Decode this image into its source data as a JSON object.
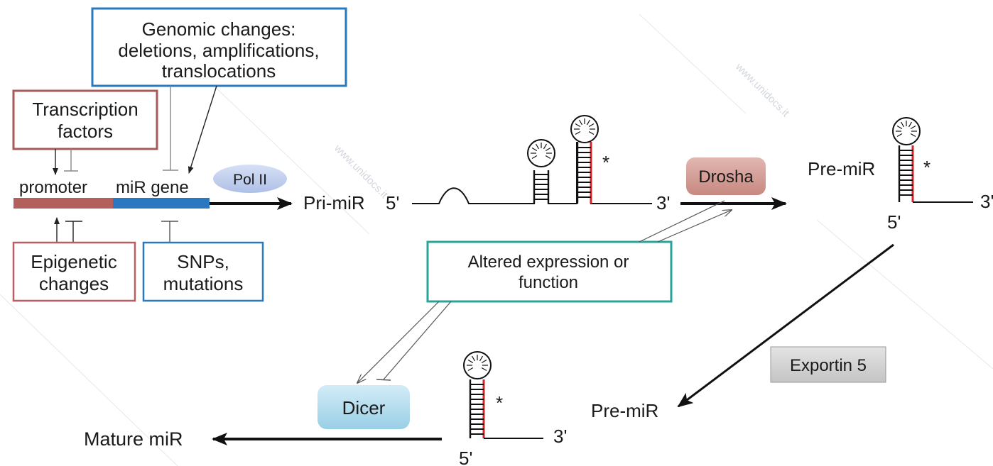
{
  "boxes": {
    "genomic": {
      "lines": [
        "Genomic changes:",
        "deletions, amplifications,",
        "translocations"
      ],
      "color": "#2a79bd"
    },
    "transcription": {
      "lines": [
        "Transcription",
        "factors"
      ],
      "color": "#a85a5a"
    },
    "epigenetic": {
      "lines": [
        "Epigenetic",
        "changes"
      ],
      "color": "#b85f66"
    },
    "snps": {
      "lines": [
        "SNPs,",
        "mutations"
      ],
      "color": "#2a79bd"
    },
    "altered": {
      "lines": [
        "Altered expression or",
        "function"
      ],
      "color": "#2aa39a"
    }
  },
  "gene": {
    "promoter_label": "promoter",
    "gene_label": "miR gene",
    "promoter_color": "#b35f5c",
    "gene_color": "#2b78c0"
  },
  "enzymes": {
    "pol2": "Pol II",
    "drosha": "Drosha",
    "dicer": "Dicer",
    "exportin": "Exportin 5"
  },
  "labels": {
    "pri_mir": "Pri-miR",
    "pre_mir_nuclear": "Pre-miR",
    "pre_mir_cytoplasm": "Pre-miR",
    "mature_mir": "Mature miR",
    "five_prime": "5'",
    "three_prime": "3'",
    "star": "*"
  },
  "watermark": "www.unidocs.it",
  "colors": {
    "strand_red": "#d6232a",
    "arrow": "#111111"
  }
}
